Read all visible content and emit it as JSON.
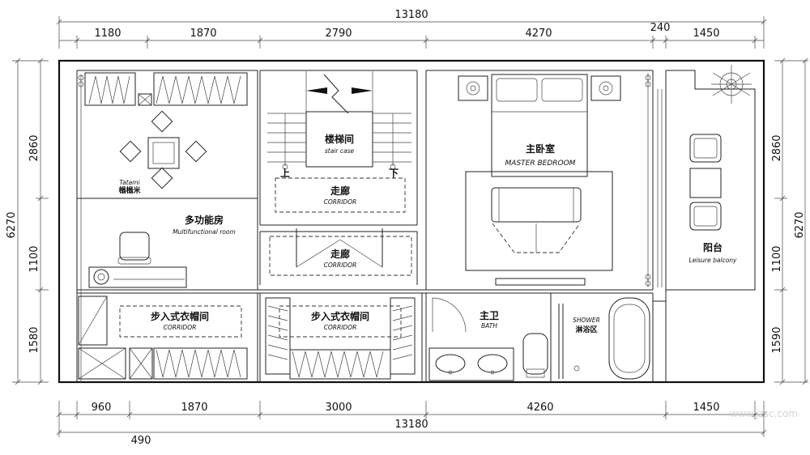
{
  "dimensions": {
    "top_total": "13180",
    "top_segments": [
      "1180",
      "1870",
      "2790",
      "4270",
      "240",
      "1450"
    ],
    "bottom_total": "13180",
    "bottom_segments": [
      "960",
      "1870",
      "3000",
      "4260",
      "1450"
    ],
    "bottom_extra": "490",
    "left_total": "6270",
    "left_segments": [
      "2860",
      "1100",
      "1580"
    ],
    "right_total": "6270",
    "right_segments": [
      "2860",
      "1100",
      "1590"
    ]
  },
  "rooms": {
    "tatami": {
      "en": "Tatami",
      "cn": "榻榻米"
    },
    "multifunction": {
      "cn": "多功能房",
      "en": "Multifunctional room"
    },
    "stair": {
      "cn": "楼梯间",
      "en": "stair case",
      "up": "上",
      "down": "下"
    },
    "corridor_upper": {
      "cn": "走廊",
      "en": "CORRIDOR"
    },
    "corridor_middle": {
      "cn": "走廊",
      "en": "CORRIDOR"
    },
    "master_bedroom": {
      "cn": "主卧室",
      "en": "MASTER BEDROOM"
    },
    "balcony": {
      "cn": "阳台",
      "en": "Leisure balcony"
    },
    "walkin_left": {
      "cn": "步入式衣帽间",
      "en": "CORRIDOR"
    },
    "walkin_center": {
      "cn": "步入式衣帽间",
      "en": "CORRIDOR"
    },
    "master_bath": {
      "cn": "主卫",
      "en": "BATH"
    },
    "shower": {
      "en": "SHOWER",
      "cn": "淋浴区"
    }
  },
  "watermark": "www.jzsc.com"
}
